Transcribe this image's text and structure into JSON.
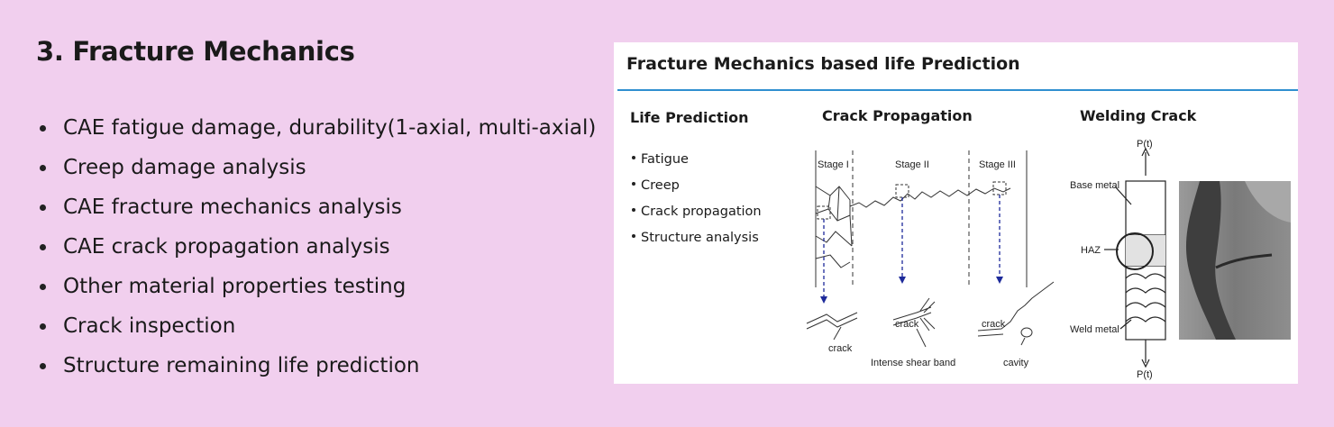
{
  "heading": "3. Fracture Mechanics",
  "bullets": [
    "CAE fatigue damage, durability(1-axial, multi-axial)",
    "Creep damage analysis",
    "CAE fracture mechanics analysis",
    "CAE crack propagation analysis",
    "Other material properties testing",
    "Crack inspection",
    "Structure remaining life prediction"
  ],
  "panel": {
    "title": "Fracture Mechanics based life Prediction",
    "accent_color": "#2f8fd0",
    "life_prediction": {
      "heading": "Life Prediction",
      "items": [
        "Fatigue",
        "Creep",
        "Crack propagation",
        "Structure analysis"
      ]
    },
    "crack_propagation": {
      "heading": "Crack Propagation",
      "stages": [
        "Stage I",
        "Stage II",
        "Stage III"
      ],
      "labels": {
        "crack1": "crack",
        "crack2": "crack",
        "crack3": "crack",
        "shear_band": "Intense shear band",
        "cavity": "cavity"
      }
    },
    "welding_crack": {
      "heading": "Welding Crack",
      "load_top": "P(t)",
      "load_bottom": "P(t)",
      "base_metal": "Base metal",
      "haz": "HAZ",
      "weld_metal": "Weld metal"
    }
  }
}
